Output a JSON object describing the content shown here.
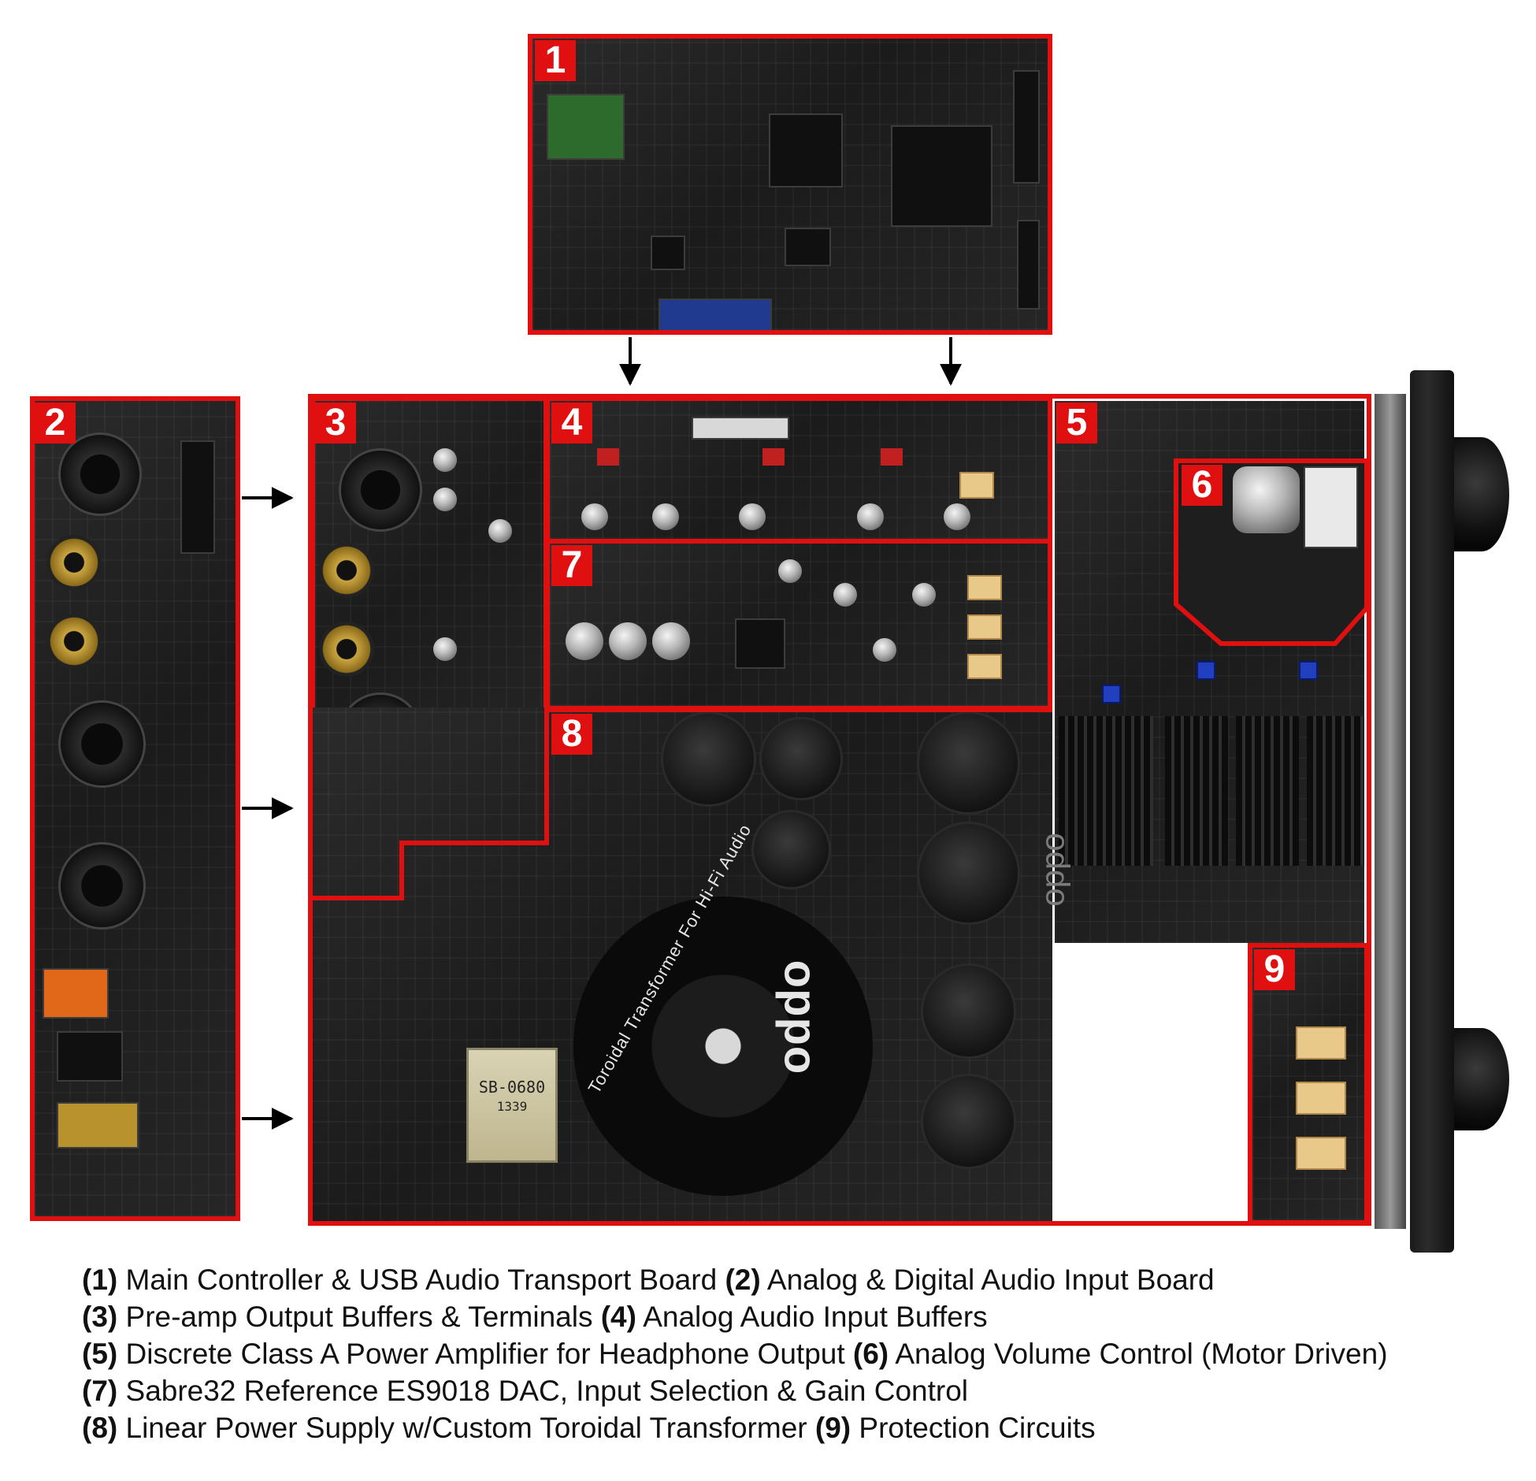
{
  "badges": {
    "b1": "1",
    "b2": "2",
    "b3": "3",
    "b4": "4",
    "b5": "5",
    "b6": "6",
    "b7": "7",
    "b8": "8",
    "b9": "9"
  },
  "board_labels": {
    "toroid_brand": "oppo",
    "toroid_text": "Toroidal Transformer For Hi-Fi Audio",
    "transformer_model": "SB-0680",
    "transformer_code": "1339",
    "chassis_brand": "oppo"
  },
  "captions": [
    {
      "parts": [
        {
          "num": "(1)",
          "text": " Main Controller & USB Audio Transport Board "
        },
        {
          "num": "(2)",
          "text": " Analog & Digital Audio Input Board"
        }
      ]
    },
    {
      "parts": [
        {
          "num": "(3)",
          "text": " Pre-amp Output Buffers & Terminals "
        },
        {
          "num": "(4)",
          "text": " Analog Audio Input Buffers"
        }
      ]
    },
    {
      "parts": [
        {
          "num": "(5)",
          "text": " Discrete Class A Power Amplifier for Headphone Output "
        },
        {
          "num": "(6)",
          "text": " Analog Volume Control (Motor Driven)"
        }
      ]
    },
    {
      "parts": [
        {
          "num": "(7)",
          "text": " Sabre32 Reference ES9018 DAC, Input Selection & Gain Control"
        }
      ]
    },
    {
      "parts": [
        {
          "num": "(8)",
          "text": " Linear Power Supply w/Custom Toroidal Transformer "
        },
        {
          "num": "(9)",
          "text": " Protection Circuits"
        }
      ]
    }
  ],
  "colors": {
    "outline": "#e01010",
    "badge_bg": "#e01010",
    "badge_text": "#ffffff",
    "pcb": "#1f1f1f",
    "caption_text": "#111111"
  }
}
